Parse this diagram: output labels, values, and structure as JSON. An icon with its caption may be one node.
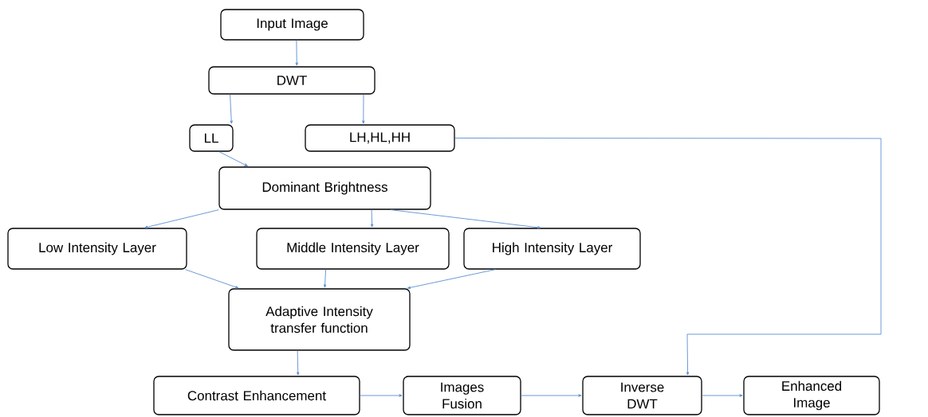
{
  "diagram": {
    "nodes": [
      {
        "text": [
          "Input Image"
        ]
      },
      {
        "text": [
          "DWT"
        ]
      },
      {
        "text": [
          "LL"
        ]
      },
      {
        "text": [
          "LH,HL,HH"
        ]
      },
      {
        "text": [
          "Dominant Brightness"
        ]
      },
      {
        "text": [
          "Low Intensity Layer"
        ]
      },
      {
        "text": [
          "Middle Intensity Layer"
        ]
      },
      {
        "text": [
          "High Intensity Layer"
        ]
      },
      {
        "text": [
          "Adaptive Intensity transfer function"
        ]
      },
      {
        "text": [
          "Contrast Enhancement"
        ]
      },
      {
        "text": [
          "Images Fusion"
        ]
      },
      {
        "text": [
          "Inverse DWT"
        ]
      },
      {
        "text": [
          "Enhanced Image"
        ]
      }
    ],
    "edges": [
      {
        "from": 0,
        "to": 1,
        "arrow": "to"
      },
      {
        "from": 1,
        "to": 2,
        "arrow": "to"
      },
      {
        "from": 1,
        "to": 3,
        "arrow": "to"
      },
      {
        "from": 2,
        "to": 4,
        "arrow": "to"
      },
      {
        "from": 4,
        "to": 5,
        "arrow": "to"
      },
      {
        "from": 4,
        "to": 6,
        "arrow": "to"
      },
      {
        "from": 4,
        "to": 7,
        "arrow": "to"
      },
      {
        "from": 5,
        "to": 8,
        "arrow": "to"
      },
      {
        "from": 6,
        "to": 8,
        "arrow": "to"
      },
      {
        "from": 7,
        "to": 8,
        "arrow": "to"
      },
      {
        "from": 8,
        "to": 9,
        "arrow": "to"
      },
      {
        "from": 9,
        "to": 10,
        "arrow": "to"
      },
      {
        "from": 10,
        "to": 11,
        "arrow": "to"
      },
      {
        "from": 11,
        "to": 12,
        "arrow": "to"
      },
      {
        "from": 3,
        "to": 11,
        "arrow": "to"
      }
    ]
  }
}
